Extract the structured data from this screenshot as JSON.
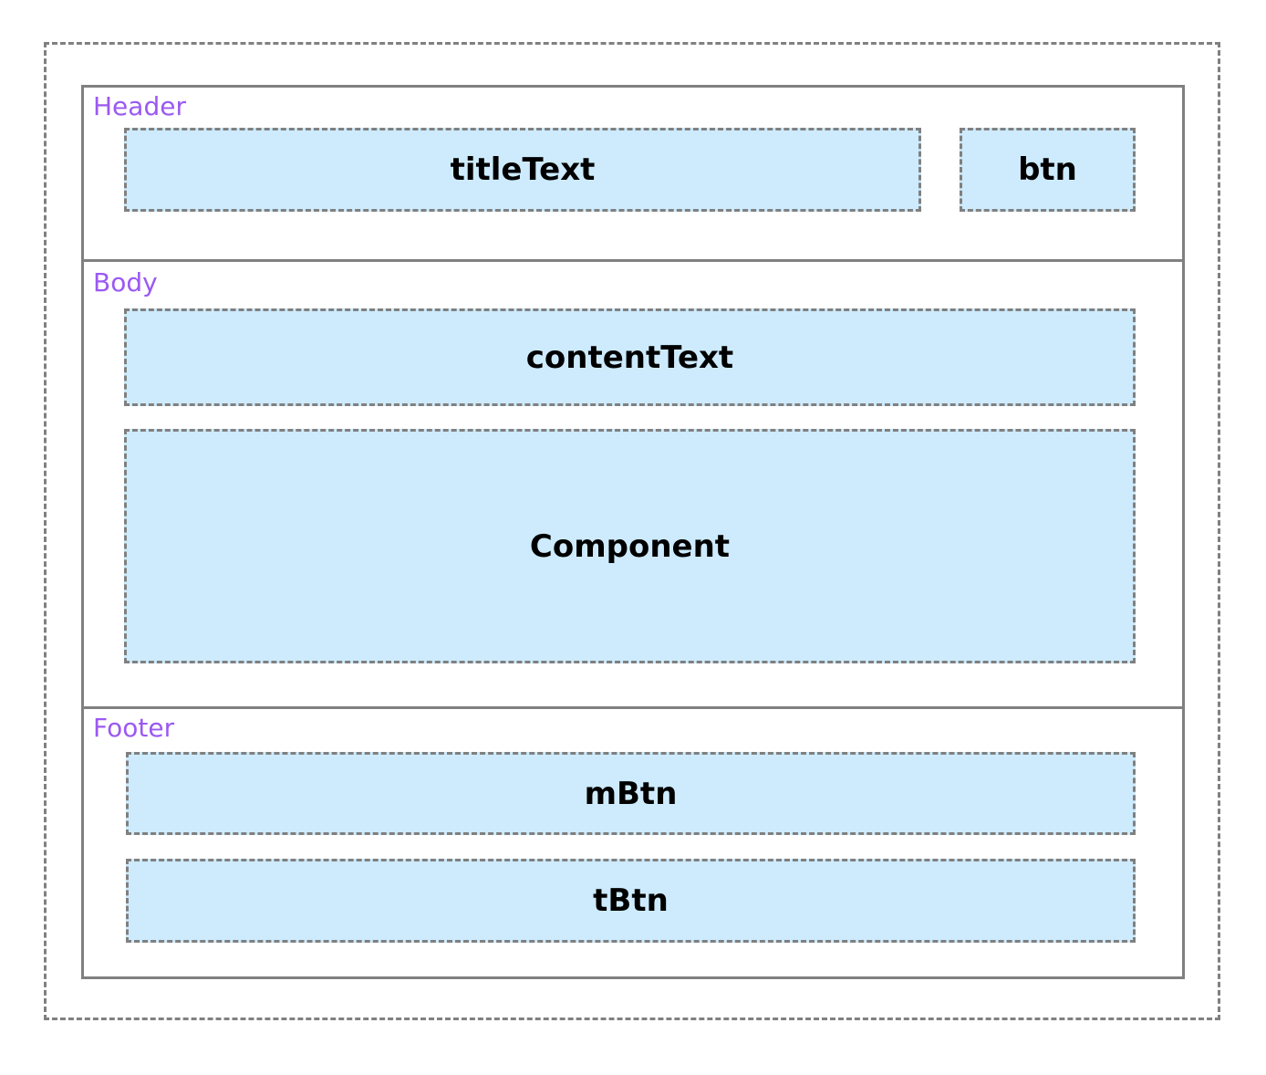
{
  "colors": {
    "frame_stroke": "#808080",
    "section_label": "#9b59f2",
    "slot_fill": "#cdebfd",
    "slot_text": "#000000",
    "background": "#ffffff"
  },
  "sections": {
    "header": {
      "label": "Header",
      "slots": {
        "title": "titleText",
        "button": "btn"
      }
    },
    "body": {
      "label": "Body",
      "slots": {
        "content": "contentText",
        "component": "Component"
      }
    },
    "footer": {
      "label": "Footer",
      "slots": {
        "main_button": "mBtn",
        "text_button": "tBtn"
      }
    }
  }
}
